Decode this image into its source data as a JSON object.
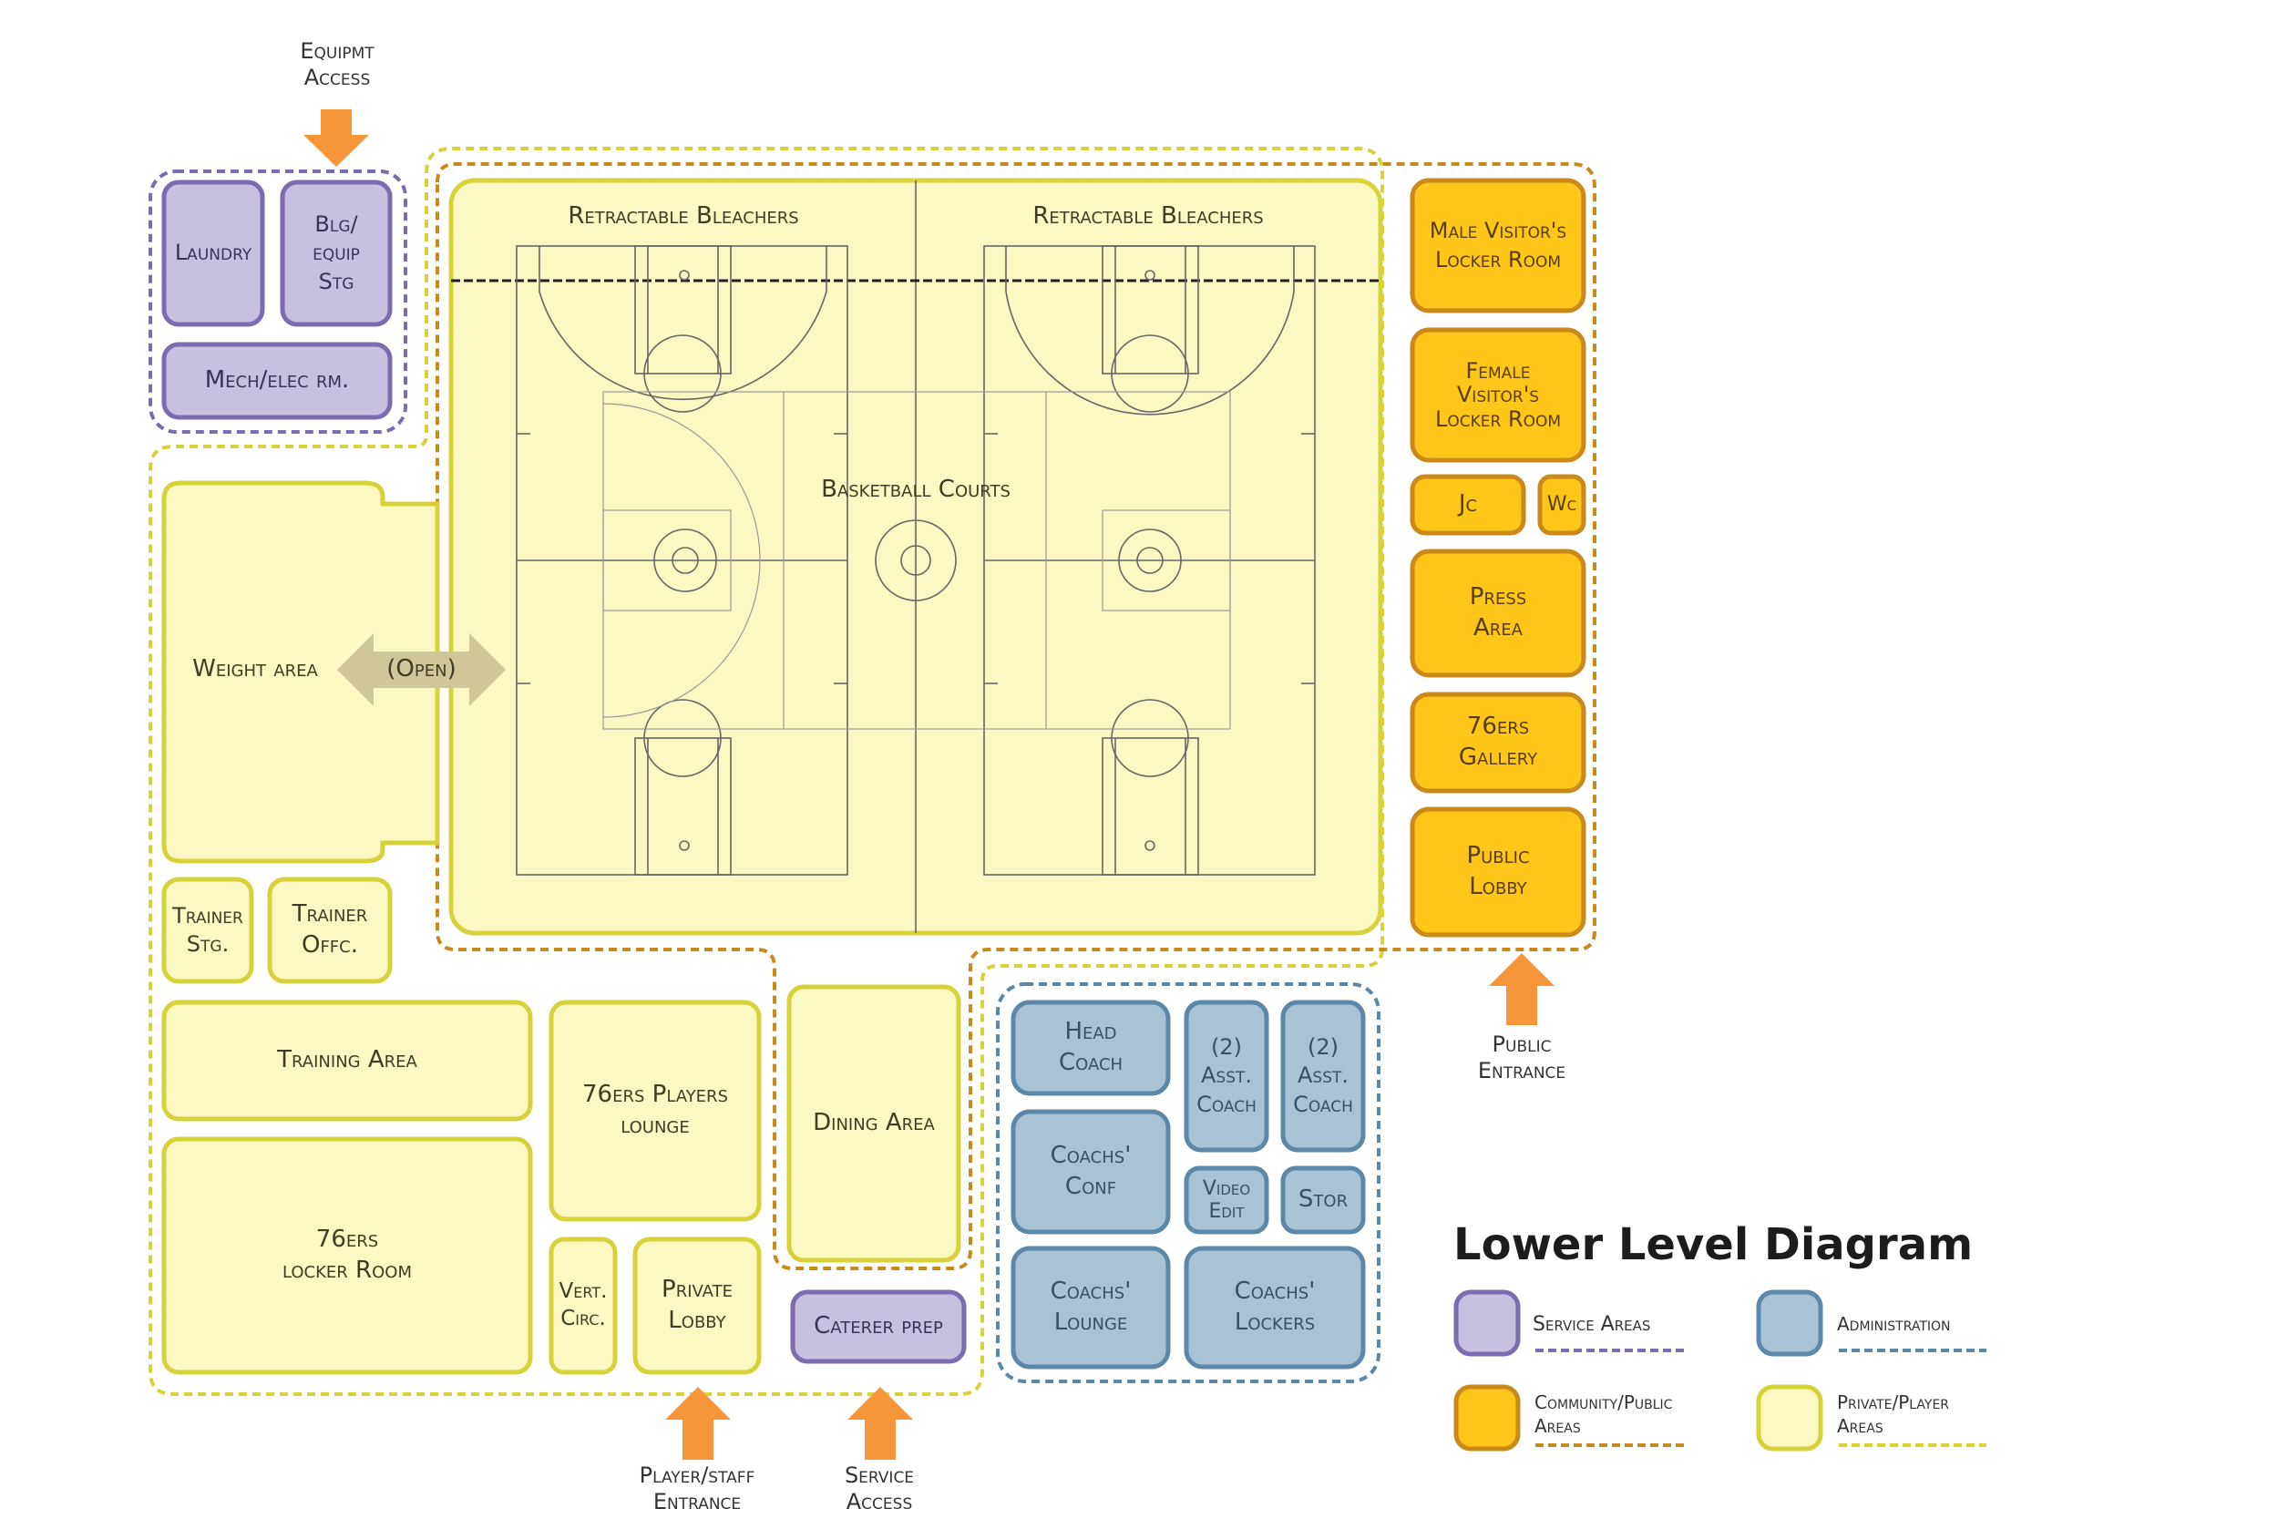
{
  "title": "Lower Level Diagram",
  "colors": {
    "service": "#c8c0e0",
    "service_stroke": "#7d6bb0",
    "admin": "#a9c3d6",
    "admin_stroke": "#5b87a8",
    "public": "#fdc618",
    "public_stroke": "#c98a1a",
    "private": "#fbf8c4",
    "private_stroke": "#d8d23a",
    "arrow": "#f7953a"
  },
  "rooms": {
    "laundry": "Laundry",
    "blg_equip": "Blg/\nequip\nStg",
    "mech": "Mech/elec rm.",
    "bleachers_left": "Retractable Bleachers",
    "bleachers_right": "Retractable Bleachers",
    "courts": "Basketball Courts",
    "weight": "Weight area",
    "open": "(Open)",
    "trainer_stg": "Trainer\nStg.",
    "trainer_offc": "Trainer\nOffc.",
    "training_area": "Training Area",
    "locker_room": "76ers\nlocker Room",
    "players_lounge": "76ers Players\nlounge",
    "vert_circ": "Vert.\nCirc.",
    "private_lobby": "Private\nLobby",
    "dining": "Dining Area",
    "caterer": "Caterer prep",
    "male_locker": "Male Visitor's\nLocker Room",
    "female_locker": "Female\nVisitor's\nLocker Room",
    "jc": "Jc",
    "wc": "Wc",
    "press": "Press\nArea",
    "gallery": "76ers\nGallery",
    "public_lobby": "Public\nLobby",
    "head_coach": "Head\nCoach",
    "asst1": "(2)\nAsst.\nCoach",
    "asst2": "(2)\nAsst.\nCoach",
    "coachs_conf": "Coachs'\nConf",
    "video_edit": "Video\nEdit",
    "stor": "Stor",
    "coachs_lounge": "Coachs'\nLounge",
    "coachs_lockers": "Coachs'\nLockers"
  },
  "entrances": {
    "equipment": "Equipmt\nAccess",
    "public": "Public\nEntrance",
    "player_staff": "Player/staff\nEntrance",
    "service": "Service\nAccess"
  },
  "legend": {
    "service": "Service Areas",
    "admin": "Administration",
    "public": "Community/Public\nAreas",
    "private": "Private/Player\nAreas"
  }
}
